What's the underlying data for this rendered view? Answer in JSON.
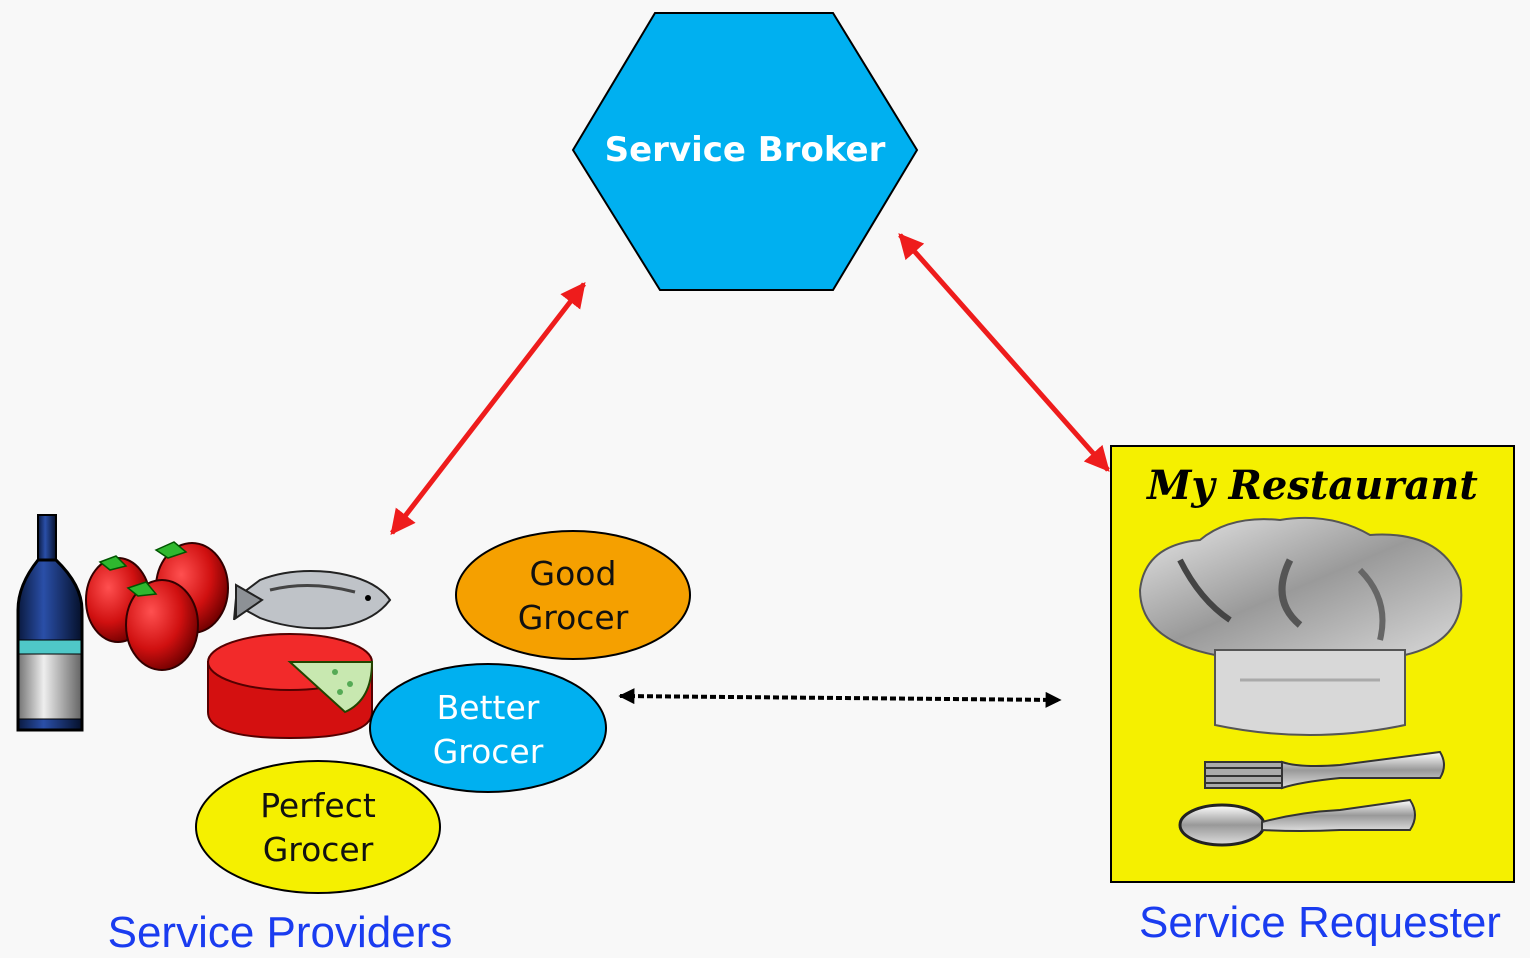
{
  "broker": {
    "label": "Service Broker",
    "color": "#00b0f0"
  },
  "providers": {
    "caption": "Service Providers",
    "grocers": [
      {
        "line1": "Good",
        "line2": "Grocer",
        "color": "#f5a000",
        "text_color": "#111111"
      },
      {
        "line1": "Better",
        "line2": "Grocer",
        "color": "#00b0f0",
        "text_color": "#ffffff"
      },
      {
        "line1": "Perfect",
        "line2": "Grocer",
        "color": "#f5f000",
        "text_color": "#111111"
      }
    ]
  },
  "requester": {
    "caption": "Service Requester",
    "sign_title": "My Restaurant",
    "sign_color": "#f5f000"
  },
  "colors": {
    "arrow_red": "#ee1c1c",
    "caption_blue": "#1a3cf0",
    "bg": "#f8f8f8"
  },
  "icons": [
    "wine-bottle-icon",
    "apples-icon",
    "fish-icon",
    "cheese-icon",
    "chef-hat-icon",
    "fork-icon",
    "spoon-icon"
  ]
}
